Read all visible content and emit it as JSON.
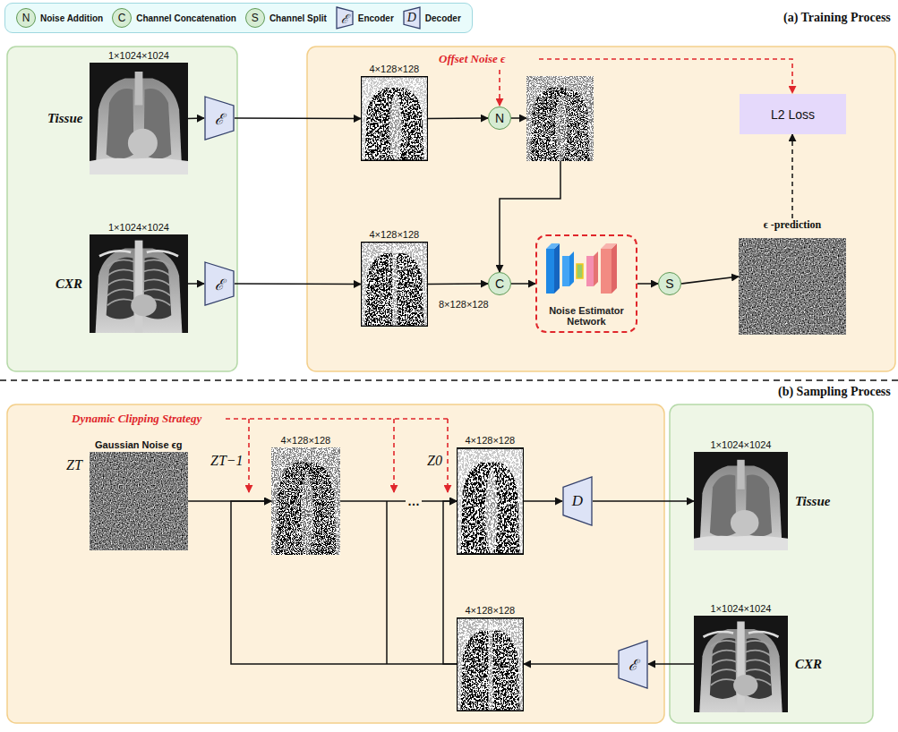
{
  "diagram": {
    "nodes": [
      {
        "text": [
          "1×1024×1024",
          "Tissue"
        ]
      },
      {
        "text": [
          "ℰ"
        ]
      },
      {
        "text": [
          "4×128×128"
        ]
      },
      {
        "text": [
          "N"
        ]
      },
      {
        "text": [
          "L2 Loss"
        ]
      },
      {
        "text": [
          "1×1024×1024",
          "CXR"
        ]
      },
      {
        "text": [
          "ℰ"
        ]
      },
      {
        "text": [
          "4×128×128"
        ]
      },
      {
        "text": [
          "C"
        ]
      },
      {
        "text": [
          "Noise Estimator Network"
        ]
      },
      {
        "text": [
          "S"
        ]
      },
      {
        "text": [
          "ϵ -prediction"
        ]
      },
      {
        "text": [
          "Gaussian Noise ϵg",
          "ZT"
        ]
      },
      {
        "text": [
          "ZT−1",
          "4×128×128"
        ]
      },
      {
        "text": [
          "4×128×128",
          "Z0"
        ]
      },
      {
        "text": [
          "D"
        ]
      },
      {
        "text": [
          "1×1024×1024",
          "Tissue"
        ]
      },
      {
        "text": [
          "4×128×128"
        ]
      },
      {
        "text": [
          "ℰ"
        ]
      },
      {
        "text": [
          "1×1024×1024",
          "CXR"
        ]
      }
    ],
    "edges": [
      {
        "from": 0,
        "to": 1,
        "arrow": "to"
      },
      {
        "from": 1,
        "to": 2,
        "arrow": "to"
      },
      {
        "from": 2,
        "to": 3,
        "arrow": "to"
      },
      {
        "from": 5,
        "to": 6,
        "arrow": "to"
      },
      {
        "from": 6,
        "to": 7,
        "arrow": "to"
      },
      {
        "from": 7,
        "to": 8,
        "arrow": "to"
      },
      {
        "from": 8,
        "to": 9,
        "arrow": "to"
      },
      {
        "from": 9,
        "to": 10,
        "arrow": "to"
      },
      {
        "from": 10,
        "to": 11,
        "arrow": "to"
      },
      {
        "from": 11,
        "to": 4,
        "arrow": "to"
      },
      {
        "from": 12,
        "to": 13,
        "arrow": "to"
      },
      {
        "from": 13,
        "to": 14,
        "arrow": "to"
      },
      {
        "from": 17,
        "to": 13,
        "arrow": "to"
      },
      {
        "from": 17,
        "to": 14,
        "arrow": "to"
      },
      {
        "from": 14,
        "to": 15,
        "arrow": "to"
      },
      {
        "from": 15,
        "to": 16,
        "arrow": "to"
      },
      {
        "from": 19,
        "to": 18,
        "arrow": "to"
      },
      {
        "from": 18,
        "to": 17,
        "arrow": "to"
      }
    ],
    "labels": [
      "N",
      "C",
      "S",
      "ℰ",
      "D",
      "(a) Training Process",
      "Offset Noise ϵ",
      "8×128×128",
      "(b) Sampling Process",
      "Dynamic Clipping Strategy",
      "…"
    ],
    "legend": [
      {
        "text": "Noise Addition"
      },
      {
        "text": "Channel Concatenation"
      },
      {
        "text": "Channel Split"
      },
      {
        "text": "Encoder"
      },
      {
        "text": "Decoder"
      }
    ]
  }
}
